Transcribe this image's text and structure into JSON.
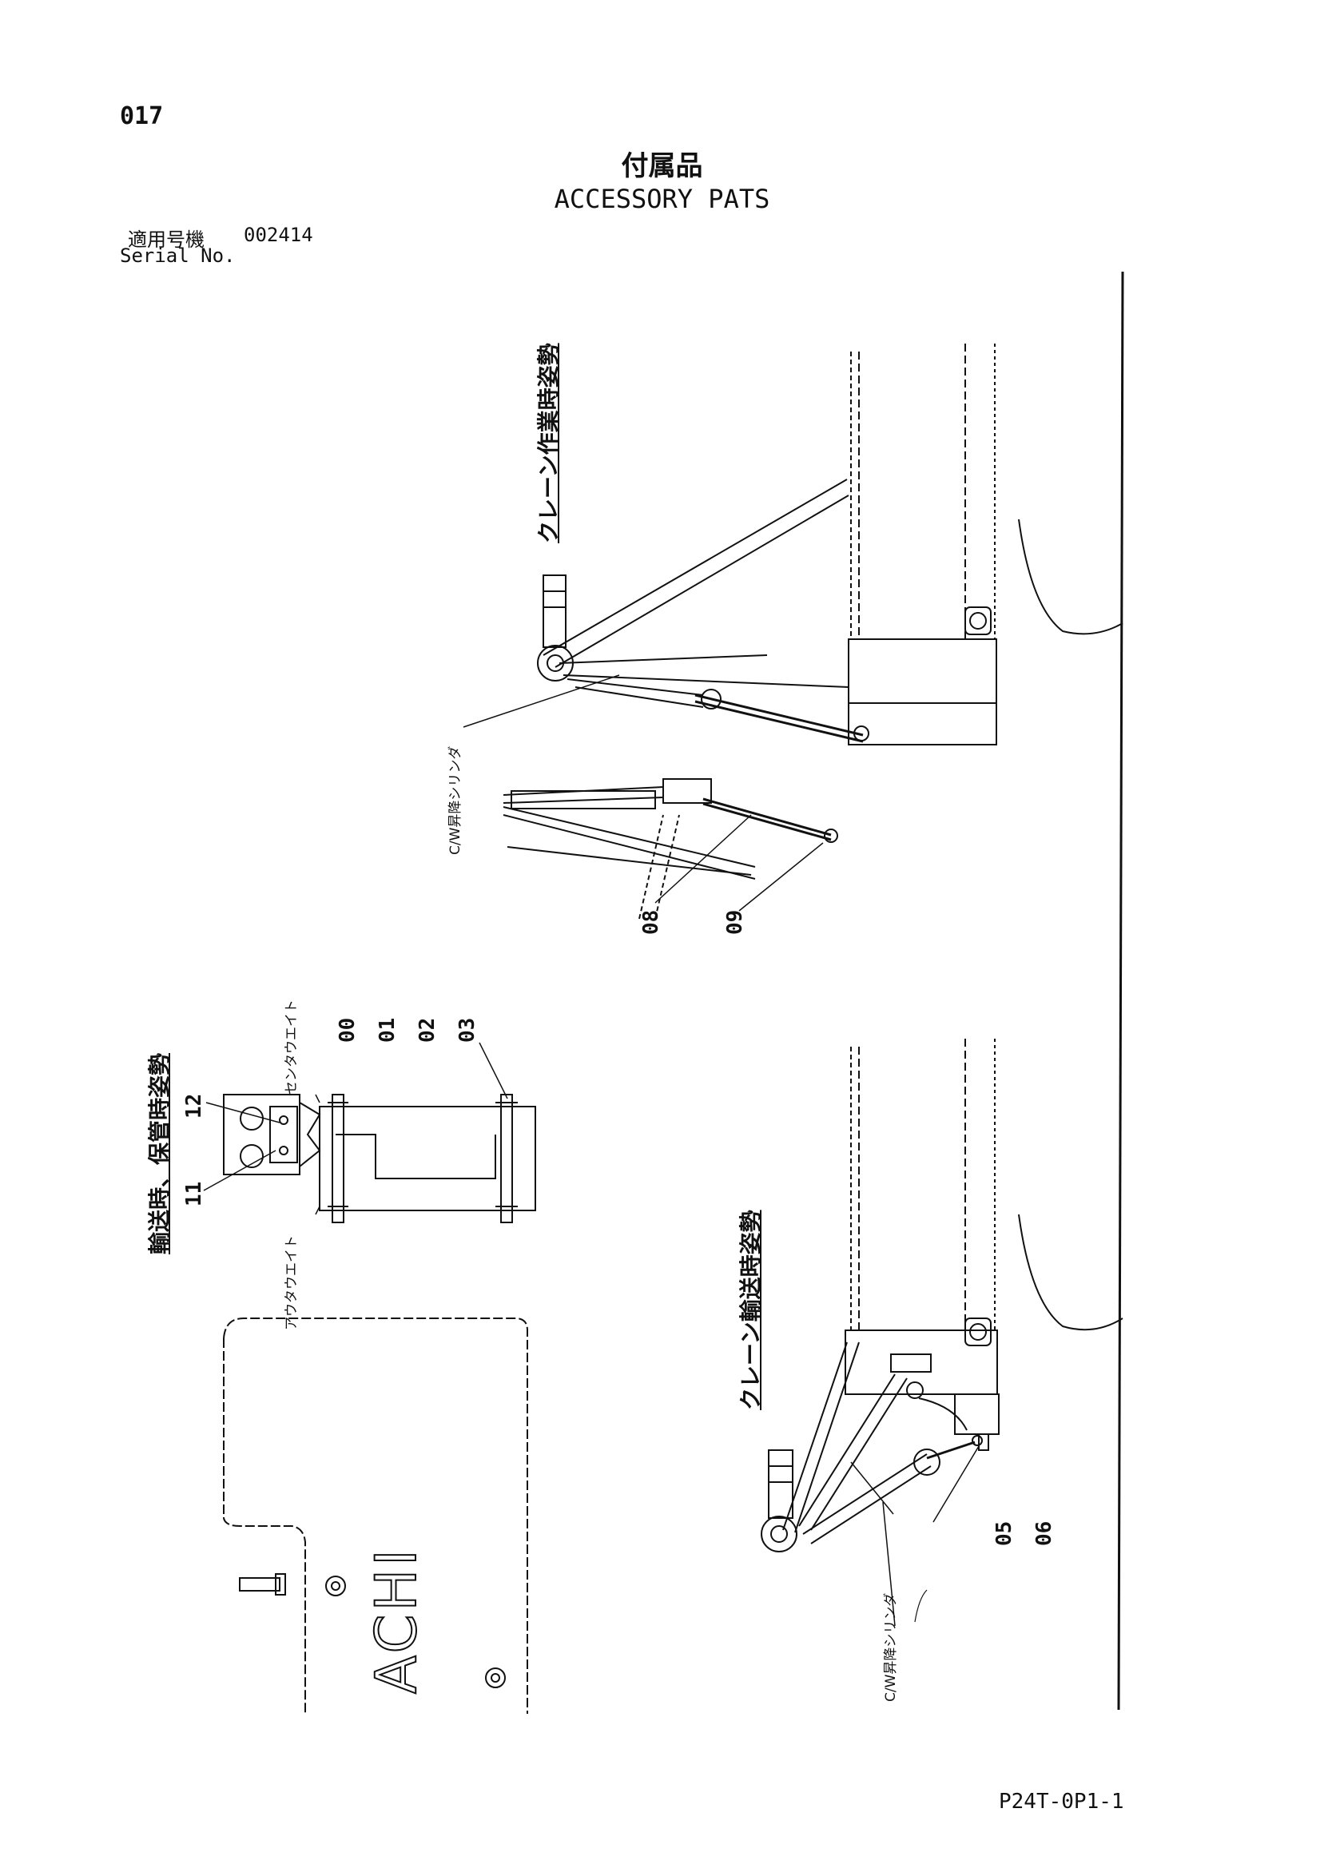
{
  "header": {
    "page_number": "017",
    "title_jp": "付属品",
    "title_en": "ACCESSORY PATS",
    "serial_label_jp": "適用号機",
    "serial_value": "002414",
    "serial_label_en": "Serial No."
  },
  "views": {
    "crane_work": {
      "title": "クレーン作業時姿勢",
      "cylinder_label": "C/W昇降シリンダ",
      "parts": [
        "08",
        "09"
      ]
    },
    "crane_transport": {
      "title": "クレーン輸送時姿勢",
      "cylinder_label": "C/W昇降シリンダ",
      "parts": [
        "05",
        "06"
      ]
    },
    "storage": {
      "title": "輸送時、保管時姿勢",
      "center_weight_label": "センタウエイト",
      "outer_weight_label": "アウタウエイト",
      "parts": [
        "00",
        "01",
        "02",
        "03"
      ],
      "part_11": "11",
      "part_12": "12"
    }
  },
  "machine_logo_text": "ACHI",
  "footer": {
    "code": "P24T-0P1-1"
  }
}
